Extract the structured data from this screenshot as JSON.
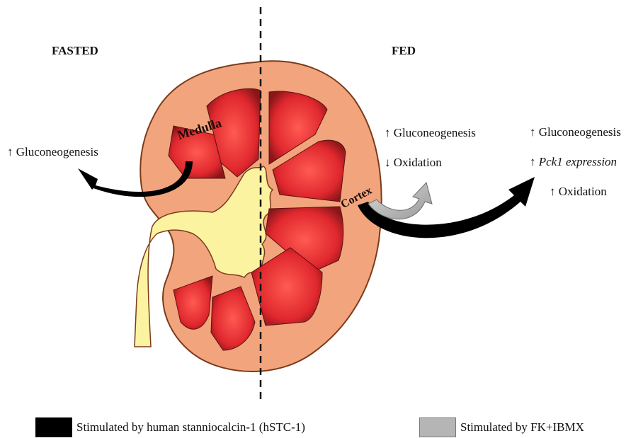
{
  "headers": {
    "fasted": "FASTED",
    "fed": "FED"
  },
  "regions": {
    "medulla": "Medulla",
    "cortex": "Cortex"
  },
  "fasted_effects": {
    "line1": "↑ Gluconeogenesis"
  },
  "fed_fk_effects": {
    "line1": "↑ Gluconeogenesis",
    "line2": "↓ Oxidation"
  },
  "fed_hstc_effects": {
    "line1": "↑ Gluconeogenesis",
    "line2_arrow": "↑ ",
    "line2_italic": "Pck1 expression",
    "line3": "↑ Oxidation"
  },
  "legend": {
    "black_label": "Stimulated by human stanniocalcin-1 (hSTC-1)",
    "gray_label": "Stimulated by FK+IBMX"
  },
  "colors": {
    "kidney_outer": "#f2a57c",
    "kidney_outline": "#7a3b1c",
    "pyramid_red": "#e8353a",
    "pyramid_dark": "#7a1418",
    "pelvis_yellow": "#fbf3a0",
    "hstc_arrow": "#000000",
    "fk_arrow": "#b5b5b5"
  }
}
